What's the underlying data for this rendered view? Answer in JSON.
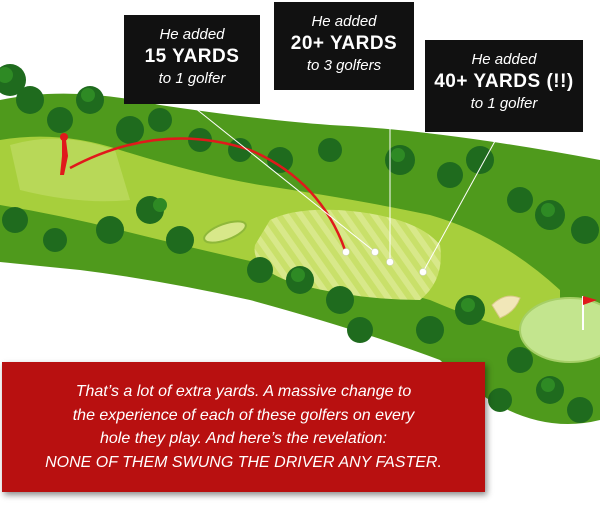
{
  "callouts": [
    {
      "line1": "He added",
      "line2": "15 YARDS",
      "line3": "to 1 golfer"
    },
    {
      "line1": "He added",
      "line2": "20+ YARDS",
      "line3": "to 3 golfers"
    },
    {
      "line1": "He added",
      "line2": "40+ YARDS (!!)",
      "line3": "to 1 golfer"
    }
  ],
  "banner": {
    "line1": "That’s a lot of extra yards. A massive change to",
    "line2": "the experience of each of these golfers on every",
    "line3": "hole they play. And here’s the revelation:",
    "line4": "NONE OF THEM SWUNG THE DRIVER ANY FASTER."
  },
  "colors": {
    "rough": "#4f9a1c",
    "fairway": "#a7cf3c",
    "landing_zone": "#c9e06a",
    "green": "#c3e58e",
    "tree_dark": "#1f6b1e",
    "shot_arc": "#e0191b",
    "banner": "#b81010",
    "callout": "#111111"
  },
  "icons": [
    "golfer-icon",
    "flag-icon",
    "golf-ball-icon",
    "tree-icon",
    "sand-bunker-icon"
  ]
}
